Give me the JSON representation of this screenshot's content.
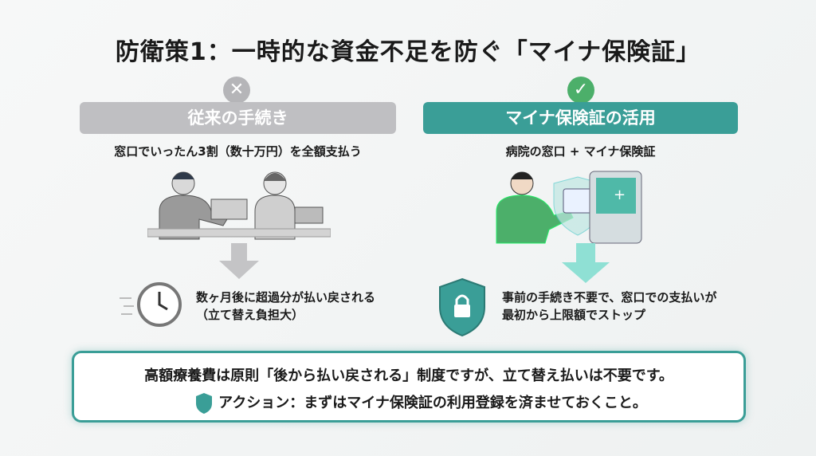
{
  "title": "防衛策1：一時的な資金不足を防ぐ「マイナ保険証」",
  "left": {
    "mark": "✕",
    "heading": "従来の手続き",
    "subtitle": "窓口でいったん3割（数十万円）を全額支払う",
    "result_lines": [
      "数ヶ月後に超過分が払い戻される",
      "（立て替え負担大）"
    ]
  },
  "right": {
    "mark": "✓",
    "heading": "マイナ保険証の活用",
    "subtitle": "病院の窓口 + マイナ保険証",
    "result_lines": [
      "事前の手続き不要で、窓口での支払いが",
      "最初から上限額でストップ"
    ]
  },
  "summary": {
    "line1": "高額療養費は原則「後から払い戻される」制度ですが、立て替え払いは不要です。",
    "line2": "アクション：まずはマイナ保険証の利用登録を済ませておくこと。"
  },
  "colors": {
    "gray": "#bdbdc0",
    "teal": "#3a9e97",
    "green": "#4caf6a"
  }
}
